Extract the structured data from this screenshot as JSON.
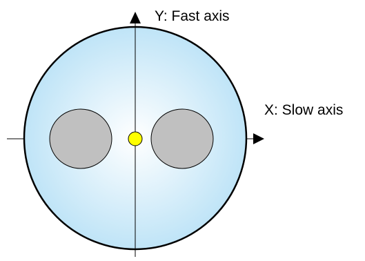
{
  "axes": {
    "y_label": "Y: Fast axis",
    "x_label": "X: Slow axis"
  },
  "parts": {
    "cladding": "fiber-cladding",
    "stress_rods": [
      "stress-rod-left",
      "stress-rod-right"
    ],
    "core": "fiber-core"
  },
  "colors": {
    "cladding_center": "#ffffff",
    "cladding_edge": "#bfe4f7",
    "outline": "#000000",
    "stress_rod": "#c0c0c0",
    "core": "#ffff00",
    "axis_line": "#000000"
  }
}
